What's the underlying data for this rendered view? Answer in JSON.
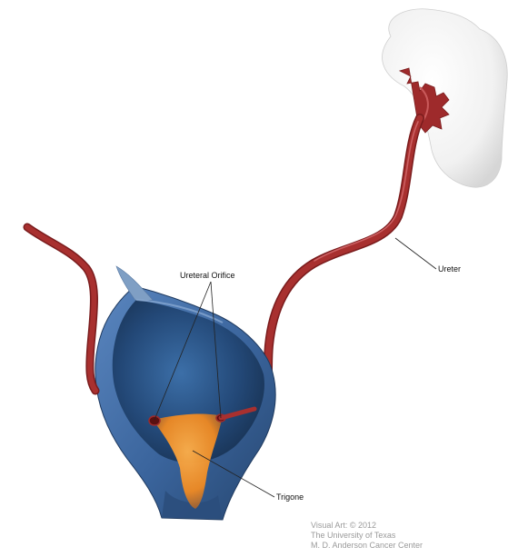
{
  "labels": {
    "ureteral_orifice": "Ureteral Orifice",
    "ureter": "Ureter",
    "trigone": "Trigone"
  },
  "credit": {
    "line1": "Visual Art: © 2012",
    "line2": "The University of Texas",
    "line3": "M. D. Anderson Cancer Center"
  },
  "colors": {
    "ureter": "#9e2a2b",
    "ureter_highlight": "#c9595a",
    "kidney": "#eeeeee",
    "bladder_outer": "#3f6aa3",
    "bladder_inner": "#22446f",
    "trigone": "#f0902a",
    "orifice": "#5a1010"
  }
}
